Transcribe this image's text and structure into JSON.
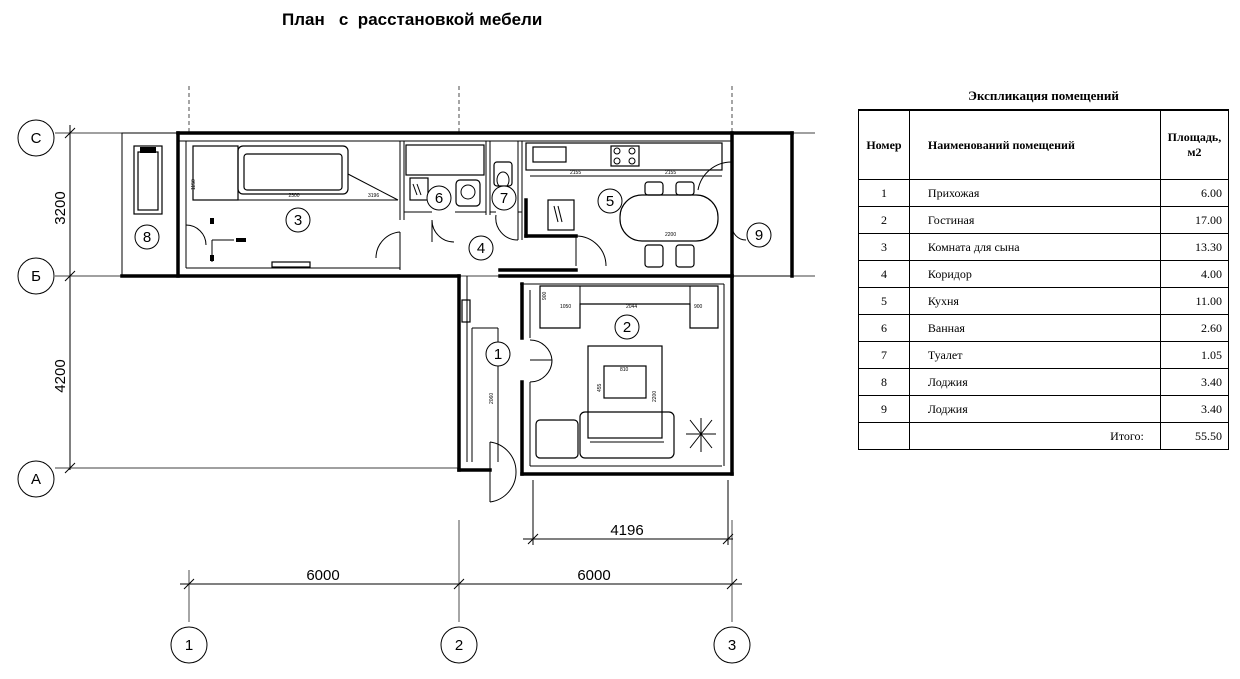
{
  "title": "План   с  расстановкой мебели",
  "axes": {
    "rows": [
      "С",
      "Б",
      "А"
    ],
    "columns": [
      "1",
      "2",
      "3"
    ]
  },
  "dimensions": {
    "vertical": [
      "3200",
      "4200"
    ],
    "horizontal": [
      "6000",
      "6000"
    ],
    "living_room_width": "4196"
  },
  "rooms": [
    "1",
    "2",
    "3",
    "4",
    "5",
    "6",
    "7",
    "8",
    "9"
  ],
  "furniture_dims": [
    "2300",
    "1150",
    "3196",
    "2155",
    "2155",
    "2200",
    "1050",
    "2044",
    "900",
    "900",
    "810",
    "455",
    "2200",
    "2060"
  ],
  "explication": {
    "title": "Экспликация помещений",
    "headers": {
      "number": "Номер",
      "name": "Наименований помещений",
      "area": "Площадь, м2"
    },
    "rows": [
      {
        "num": "1",
        "name": "Прихожая",
        "area": "6.00"
      },
      {
        "num": "2",
        "name": "Гостиная",
        "area": "17.00"
      },
      {
        "num": "3",
        "name": "Комната  для  сына",
        "area": "13.30"
      },
      {
        "num": "4",
        "name": "Коридор",
        "area": "4.00"
      },
      {
        "num": "5",
        "name": "Кухня",
        "area": "11.00"
      },
      {
        "num": "6",
        "name": "Ванная",
        "area": "2.60"
      },
      {
        "num": "7",
        "name": "Туалет",
        "area": "1.05"
      },
      {
        "num": "8",
        "name": "Лоджия",
        "area": "3.40"
      },
      {
        "num": "9",
        "name": "Лоджия",
        "area": "3.40"
      }
    ],
    "total_label": "Итого:",
    "total_area": "55.50"
  }
}
